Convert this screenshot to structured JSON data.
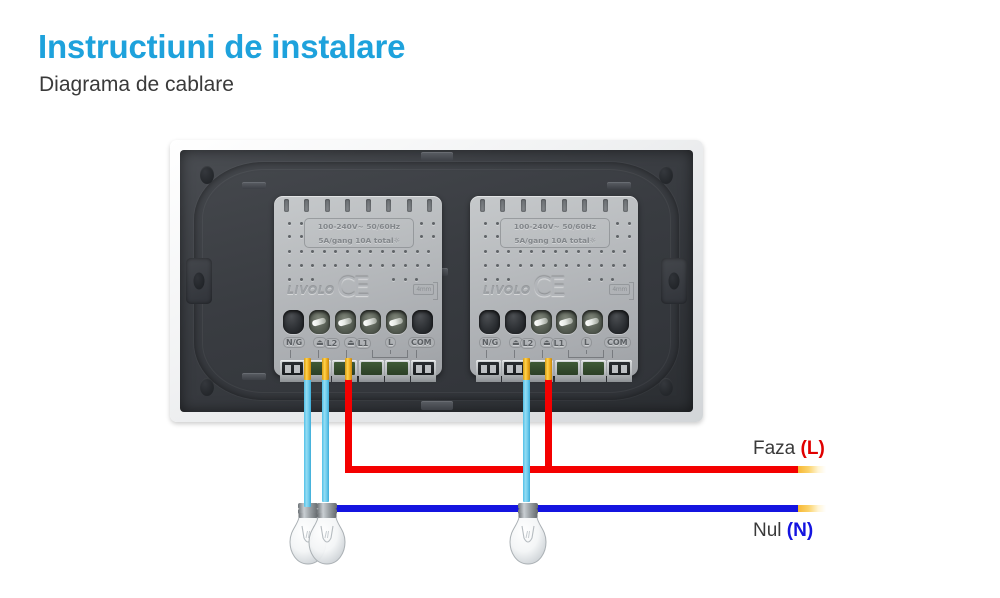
{
  "header": {
    "title": "Instructiuni de instalare",
    "subtitle": "Diagrama de cablare",
    "title_color": "#1ea2dc"
  },
  "device": {
    "brand": "LIVOLO",
    "certification_mark": "CE",
    "rating_line1": "100-240V~  50/60Hz",
    "rating_line2": "5A/gang 10A total",
    "rating_icon": "sun-icon",
    "wire_gauge": "4mm",
    "modules": [
      {
        "name": "left-relay-module",
        "terminals": [
          "N/G",
          "L2",
          "L1",
          "L",
          "COM"
        ],
        "wired_terminals": [
          "L2",
          "L1",
          "L"
        ]
      },
      {
        "name": "right-relay-module",
        "terminals": [
          "N/G",
          "L2",
          "L1",
          "L",
          "COM"
        ],
        "wired_terminals": [
          "L1",
          "L"
        ]
      }
    ]
  },
  "wiring": {
    "live_color": "#f40000",
    "neutral_color": "#1414e0",
    "switch_lead_color": "#6fcdee",
    "ferrule_color": "#f5b324",
    "bulbs": 3
  },
  "legend": {
    "live": {
      "text": "Faza ",
      "symbol": "(L)"
    },
    "neutral": {
      "text": "Nul ",
      "symbol": "(N)"
    }
  }
}
